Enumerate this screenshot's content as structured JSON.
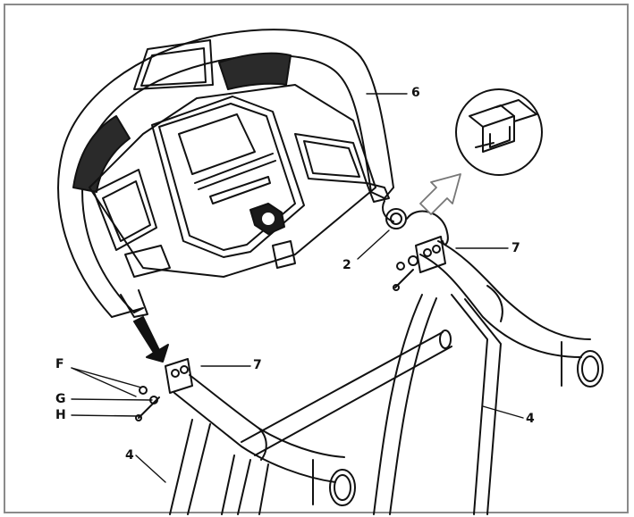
{
  "labels": {
    "console": "6",
    "cable": "2",
    "bracket_upper": "7",
    "bracket_lower": "7",
    "washer": "F",
    "lock_washer": "G",
    "bolt": "H",
    "upright_left": "4",
    "upright_right": "4"
  },
  "colors": {
    "line": "#111111",
    "frame": "#8a8a8a",
    "mesh": "#2a2a2a",
    "arrow_outline": "#777777"
  }
}
